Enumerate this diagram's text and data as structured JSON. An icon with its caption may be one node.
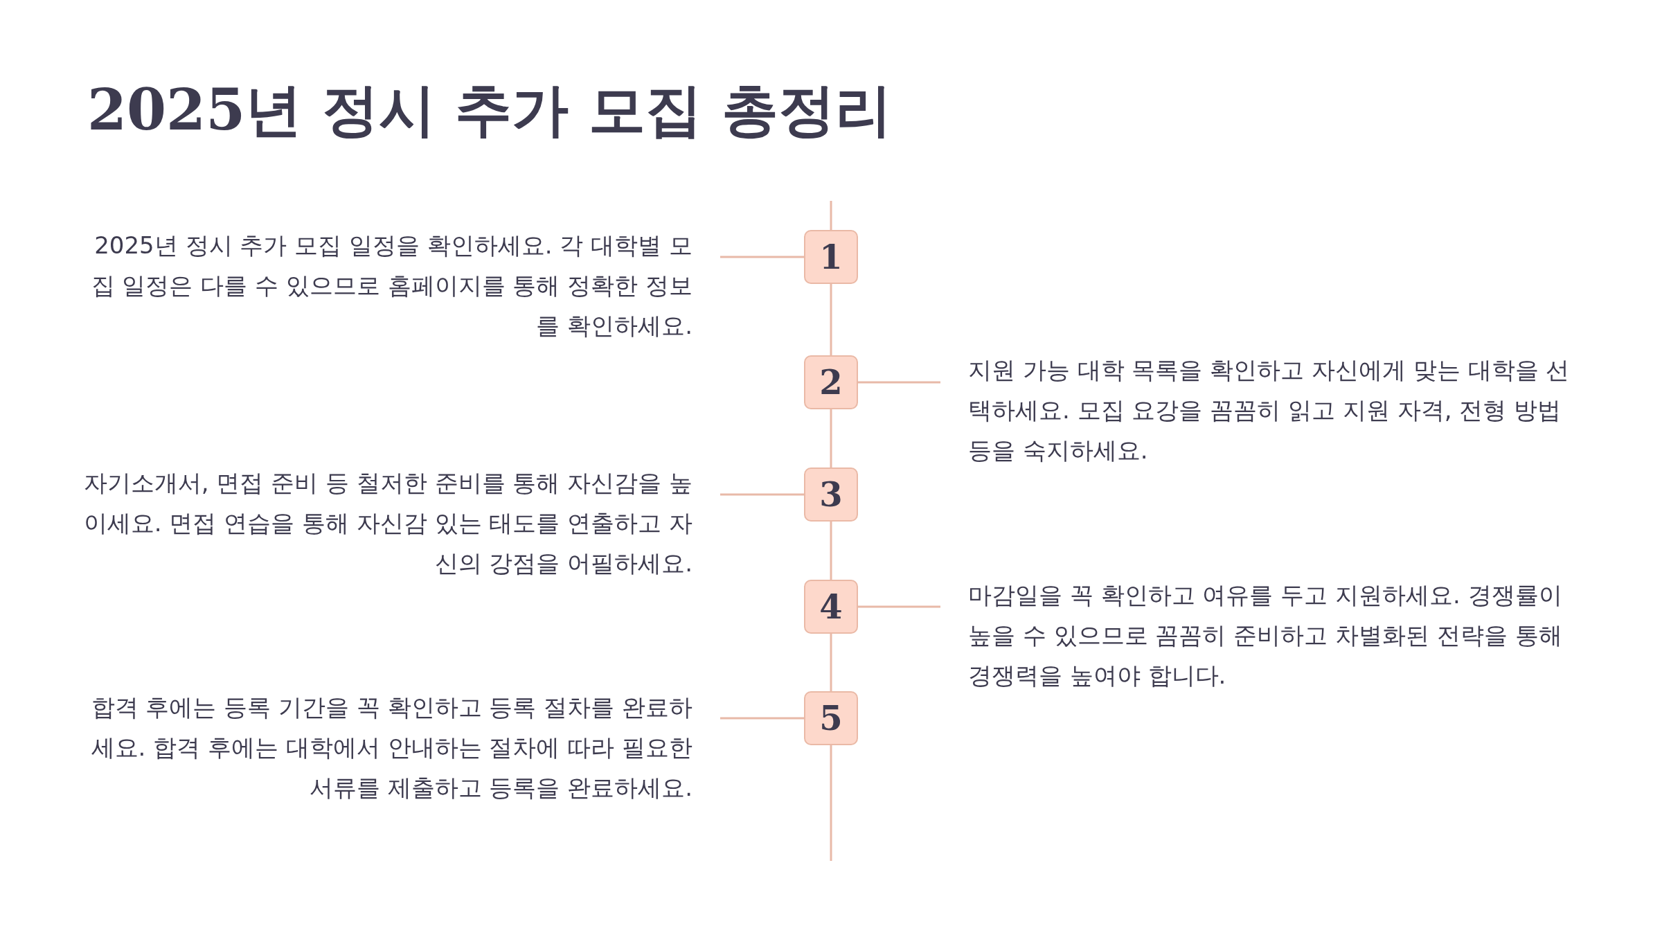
{
  "diagram": {
    "title": "2025년 정시 추가 모집 총정리",
    "nodes": [
      {
        "text": [
          "1"
        ]
      },
      {
        "text": [
          "2025년 정시 추가 모집 일정을 확인하세요. 각 대학별 모집 일정은 다를 수 있으므로 홈페이지를 통해 정확한 정보를 확인하세요."
        ]
      },
      {
        "text": [
          "2"
        ]
      },
      {
        "text": [
          "지원 가능 대학 목록을 확인하고 자신에게 맞는 대학을 선택하세요. 모집 요강을 꼼꼼히 읽고 지원 자격, 전형 방법 등을 숙지하세요."
        ]
      },
      {
        "text": [
          "3"
        ]
      },
      {
        "text": [
          "자기소개서, 면접 준비 등 철저한 준비를 통해 자신감을 높이세요. 면접 연습을 통해 자신감 있는 태도를 연출하고 자신의 강점을 어필하세요."
        ]
      },
      {
        "text": [
          "4"
        ]
      },
      {
        "text": [
          "마감일을 꼭 확인하고 여유를 두고 지원하세요. 경쟁률이 높을 수 있으므로 꼼꼼히 준비하고 차별화된 전략을 통해 경쟁력을 높여야 합니다."
        ]
      },
      {
        "text": [
          "5"
        ]
      },
      {
        "text": [
          "합격 후에는 등록 기간을 꼭 확인하고 등록 절차를 완료하세요. 합격 후에는 대학에서 안내하는 절차에 따라 필요한 서류를 제출하고 등록을 완료하세요."
        ]
      }
    ],
    "edges": [
      {
        "from": null,
        "to": 0,
        "arrow": "none"
      },
      {
        "from": 0,
        "to": 1,
        "arrow": "none"
      },
      {
        "from": 0,
        "to": 2,
        "arrow": "none"
      },
      {
        "from": 2,
        "to": 3,
        "arrow": "none"
      },
      {
        "from": 2,
        "to": 4,
        "arrow": "none"
      },
      {
        "from": 4,
        "to": 5,
        "arrow": "none"
      },
      {
        "from": 4,
        "to": 6,
        "arrow": "none"
      },
      {
        "from": 6,
        "to": 7,
        "arrow": "none"
      },
      {
        "from": 6,
        "to": 8,
        "arrow": "none"
      },
      {
        "from": 8,
        "to": 9,
        "arrow": "none"
      },
      {
        "from": 8,
        "to": null,
        "arrow": "none"
      }
    ]
  }
}
